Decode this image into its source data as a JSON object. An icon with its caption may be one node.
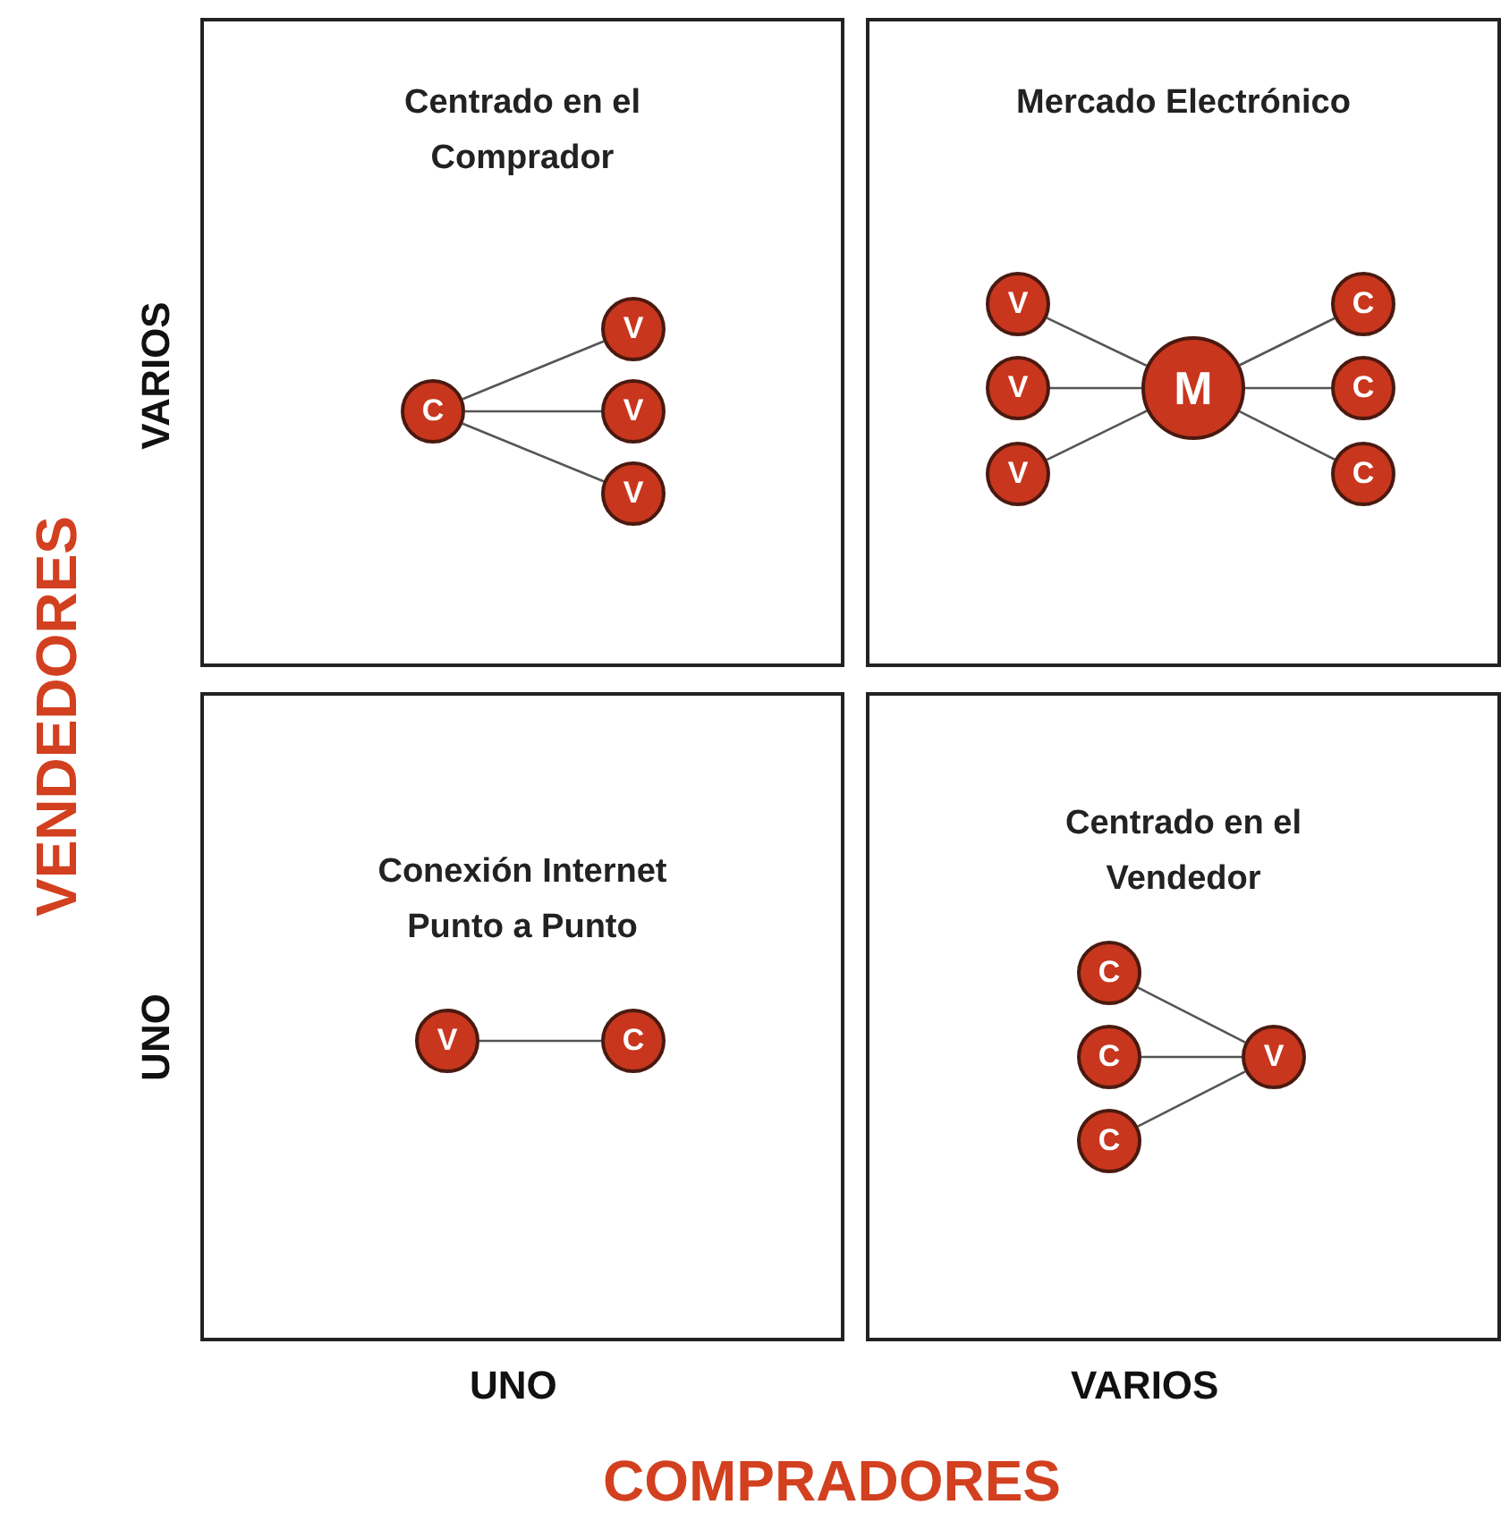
{
  "diagram": {
    "nodes": [
      {
        "text": [
          "Centrado en el Comprador"
        ]
      },
      {
        "text": [
          "C"
        ],
        "in": 0
      },
      {
        "text": [
          "V"
        ],
        "in": 0
      },
      {
        "text": [
          "V"
        ],
        "in": 0
      },
      {
        "text": [
          "V"
        ],
        "in": 0
      },
      {
        "text": [
          "Mercado Electrónico"
        ]
      },
      {
        "text": [
          "V"
        ],
        "in": 5
      },
      {
        "text": [
          "V"
        ],
        "in": 5
      },
      {
        "text": [
          "V"
        ],
        "in": 5
      },
      {
        "text": [
          "M"
        ],
        "in": 5
      },
      {
        "text": [
          "C"
        ],
        "in": 5
      },
      {
        "text": [
          "C"
        ],
        "in": 5
      },
      {
        "text": [
          "C"
        ],
        "in": 5
      },
      {
        "text": [
          "Conexión Internet Punto a Punto"
        ]
      },
      {
        "text": [
          "V"
        ],
        "in": 13
      },
      {
        "text": [
          "C"
        ],
        "in": 13
      },
      {
        "text": [
          "Centrado en el Vendedor"
        ]
      },
      {
        "text": [
          "C"
        ],
        "in": 16
      },
      {
        "text": [
          "C"
        ],
        "in": 16
      },
      {
        "text": [
          "C"
        ],
        "in": 16
      },
      {
        "text": [
          "V"
        ],
        "in": 16
      }
    ],
    "edges": [
      {
        "from": 1,
        "to": 2,
        "arrow": "none"
      },
      {
        "from": 1,
        "to": 3,
        "arrow": "none"
      },
      {
        "from": 1,
        "to": 4,
        "arrow": "none"
      },
      {
        "from": 6,
        "to": 9,
        "arrow": "none"
      },
      {
        "from": 7,
        "to": 9,
        "arrow": "none"
      },
      {
        "from": 8,
        "to": 9,
        "arrow": "none"
      },
      {
        "from": 9,
        "to": 10,
        "arrow": "none"
      },
      {
        "from": 9,
        "to": 11,
        "arrow": "none"
      },
      {
        "from": 9,
        "to": 12,
        "arrow": "none"
      },
      {
        "from": 14,
        "to": 15,
        "arrow": "none"
      },
      {
        "from": 17,
        "to": 20,
        "arrow": "none"
      },
      {
        "from": 18,
        "to": 20,
        "arrow": "none"
      },
      {
        "from": 19,
        "to": 20,
        "arrow": "none"
      }
    ],
    "labels": [
      "VARIOS",
      "VENDEDORES",
      "UNO",
      "UNO",
      "VARIOS",
      "COMPRADORES"
    ]
  }
}
